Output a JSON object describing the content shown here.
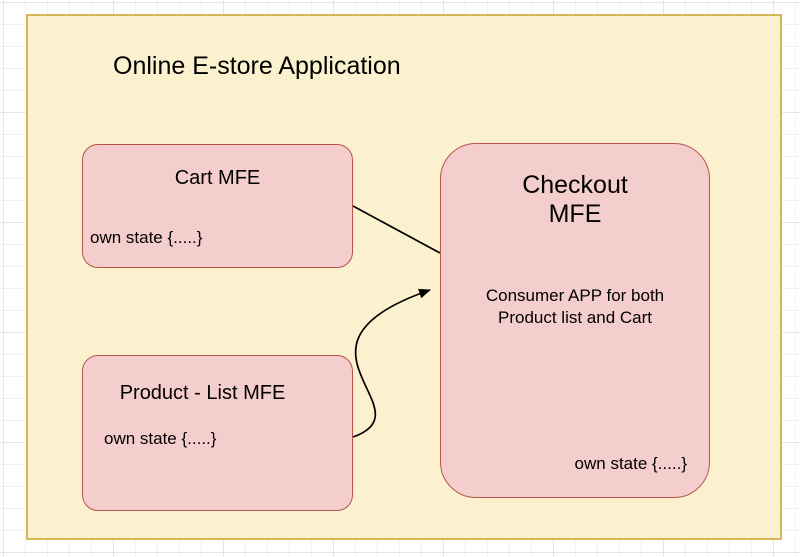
{
  "diagram": {
    "title": "Online E-store Application",
    "nodes": {
      "cart": {
        "title": "Cart MFE",
        "state": "own state {.....}"
      },
      "product_list": {
        "title": "Product - List MFE",
        "state": "own state {.....}"
      },
      "checkout": {
        "title_line1": "Checkout",
        "title_line2": "MFE",
        "description_line1": "Consumer APP for both",
        "description_line2": "Product list and Cart",
        "state": "own state {.....}"
      }
    },
    "connectors": {
      "cart_to_checkout": "plain line",
      "product_list_to_checkout": "curved arrow"
    },
    "colors": {
      "container_fill": "#fbf1cf",
      "container_border": "#d6b656",
      "node_fill": "#f4cecd",
      "node_border": "#b85450",
      "connector": "#000000",
      "grid_line": "#e2e5e9"
    }
  }
}
